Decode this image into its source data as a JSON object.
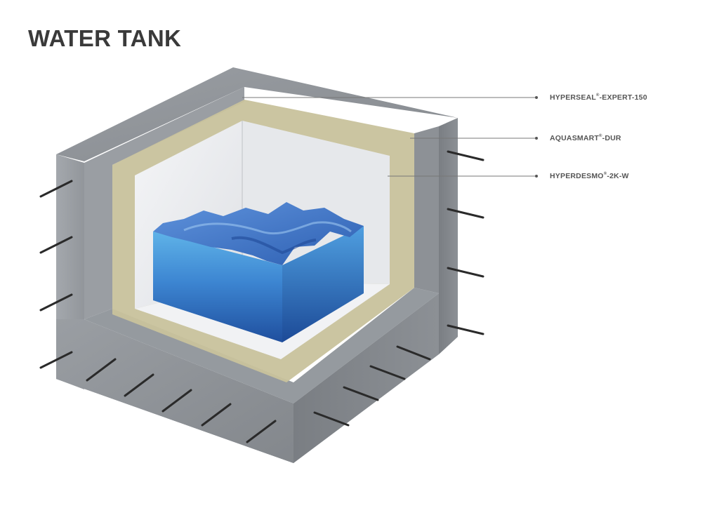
{
  "title": "WATER TANK",
  "layers": [
    {
      "name": "HYPERSEAL",
      "reg": "®",
      "suffix": "-EXPERT-150"
    },
    {
      "name": "AQUASMART",
      "reg": "®",
      "suffix": "-DUR"
    },
    {
      "name": "HYPERDESMO",
      "reg": "®",
      "suffix": "-2K-W"
    }
  ],
  "colors": {
    "concrete_top": "#8f9398",
    "concrete_left": "#9da1a6",
    "concrete_front": "#8a8e93",
    "concrete_right": "#7f8388",
    "membrane": "#c8c29c",
    "coating": "#eeeff1",
    "water_top": "#3f6fc6",
    "water_front": "#2f6fc0",
    "leader_line": "#777777",
    "rebar": "#2a2a2a"
  }
}
